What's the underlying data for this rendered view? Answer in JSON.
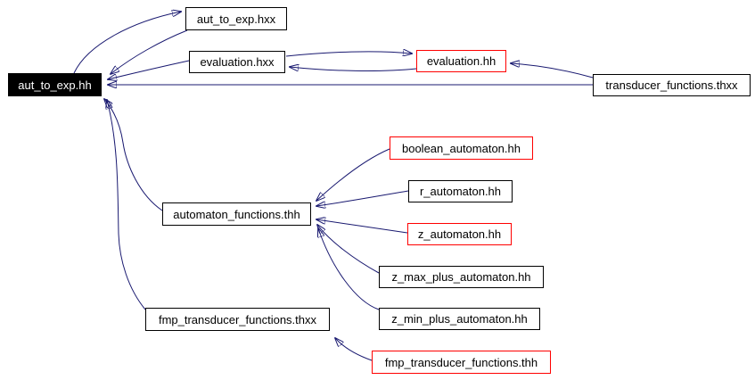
{
  "diagram": {
    "kind": "include-dependency-graph",
    "background_color": "#ffffff",
    "edge_color": "#191970",
    "node_border_color": "#000000",
    "highlight_border_color": "#ff0000",
    "root_fill_color": "#000000",
    "root_text_color": "#ffffff"
  },
  "nodes": {
    "aut_to_exp_hh": {
      "label": "aut_to_exp.hh",
      "style": "root"
    },
    "aut_to_exp_hxx": {
      "label": "aut_to_exp.hxx",
      "style": "normal"
    },
    "evaluation_hxx": {
      "label": "evaluation.hxx",
      "style": "normal"
    },
    "evaluation_hh": {
      "label": "evaluation.hh",
      "style": "red"
    },
    "transducer_functions_thxx": {
      "label": "transducer_functions.thxx",
      "style": "normal"
    },
    "boolean_automaton_hh": {
      "label": "boolean_automaton.hh",
      "style": "red"
    },
    "r_automaton_hh": {
      "label": "r_automaton.hh",
      "style": "normal"
    },
    "automaton_functions_thh": {
      "label": "automaton_functions.thh",
      "style": "normal"
    },
    "z_automaton_hh": {
      "label": "z_automaton.hh",
      "style": "red"
    },
    "z_max_plus_automaton_hh": {
      "label": "z_max_plus_automaton.hh",
      "style": "normal"
    },
    "z_min_plus_automaton_hh": {
      "label": "z_min_plus_automaton.hh",
      "style": "normal"
    },
    "fmp_transducer_functions_thxx": {
      "label": "fmp_transducer_functions.thxx",
      "style": "normal"
    },
    "fmp_transducer_functions_thh": {
      "label": "fmp_transducer_functions.thh",
      "style": "red"
    }
  },
  "edges": [
    {
      "from": "aut_to_exp.hh",
      "to": "aut_to_exp.hxx"
    },
    {
      "from": "aut_to_exp.hxx",
      "to": "aut_to_exp.hh"
    },
    {
      "from": "evaluation.hxx",
      "to": "evaluation.hh"
    },
    {
      "from": "evaluation.hh",
      "to": "evaluation.hxx"
    },
    {
      "from": "transducer_functions.thxx",
      "to": "evaluation.hh"
    },
    {
      "from": "transducer_functions.thxx",
      "to": "aut_to_exp.hh"
    },
    {
      "from": "evaluation.hxx",
      "to": "aut_to_exp.hh"
    },
    {
      "from": "automaton_functions.thh",
      "to": "aut_to_exp.hh"
    },
    {
      "from": "fmp_transducer_functions.thxx",
      "to": "aut_to_exp.hh"
    },
    {
      "from": "boolean_automaton.hh",
      "to": "automaton_functions.thh"
    },
    {
      "from": "r_automaton.hh",
      "to": "automaton_functions.thh"
    },
    {
      "from": "z_automaton.hh",
      "to": "automaton_functions.thh"
    },
    {
      "from": "z_max_plus_automaton.hh",
      "to": "automaton_functions.thh"
    },
    {
      "from": "z_min_plus_automaton.hh",
      "to": "automaton_functions.thh"
    },
    {
      "from": "fmp_transducer_functions.thh",
      "to": "fmp_transducer_functions.thxx"
    }
  ]
}
